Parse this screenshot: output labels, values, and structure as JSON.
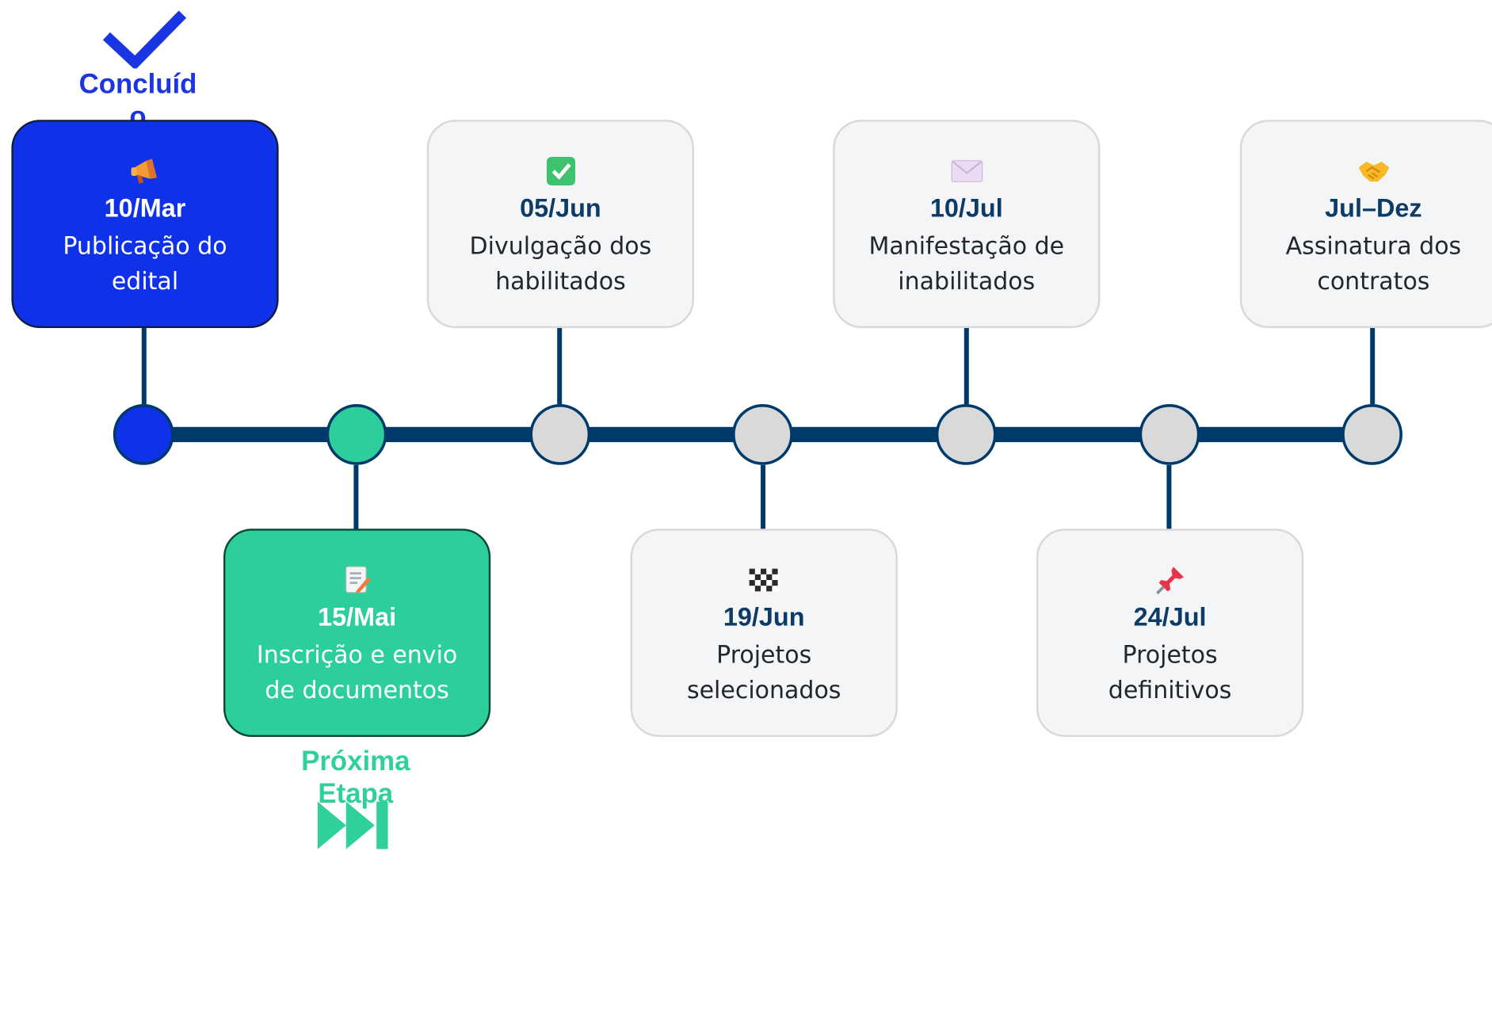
{
  "statuses": {
    "done_label": "Concluído",
    "next_label": "Próxima Etapa"
  },
  "steps": [
    {
      "date": "10/Mar",
      "description": "Publicação do edital",
      "icon": "megaphone-icon",
      "state": "done"
    },
    {
      "date": "15/Mai",
      "description": "Inscrição e envio de documentos",
      "icon": "memo-icon",
      "state": "next"
    },
    {
      "date": "05/Jun",
      "description": "Divulgação dos habilitados",
      "icon": "check-mark-box-icon",
      "state": "pending"
    },
    {
      "date": "19/Jun",
      "description": "Projetos selecionados",
      "icon": "checkered-flag-icon",
      "state": "pending"
    },
    {
      "date": "10/Jul",
      "description": "Manifestação de inabilitados",
      "icon": "envelope-icon",
      "state": "pending"
    },
    {
      "date": "24/Jul",
      "description": "Projetos definitivos",
      "icon": "pushpin-icon",
      "state": "pending"
    },
    {
      "date": "Jul–Dez",
      "description": "Assinatura dos contratos",
      "icon": "handshake-icon",
      "state": "pending"
    }
  ],
  "colors": {
    "completed": "#0f32e8",
    "next": "#2ccf9c",
    "pending": "#d9d9d9",
    "timeline": "#003a6b",
    "date_text": "#0b3b66"
  }
}
